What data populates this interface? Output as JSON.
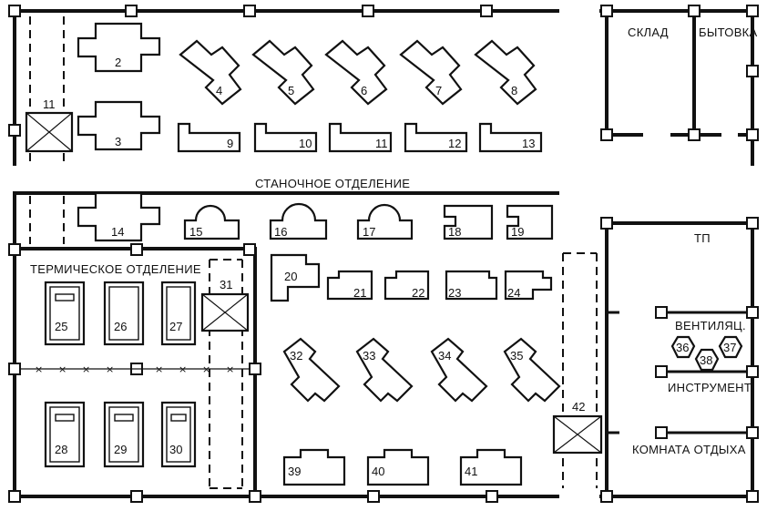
{
  "rooms": {
    "machine_shop": "СТАНОЧНОЕ ОТДЕЛЕНИЕ",
    "heat_treatment": "ТЕРМИЧЕСКОЕ ОТДЕЛЕНИЕ",
    "warehouse": "СКЛАД",
    "utility": "БЫТОВКА",
    "substation": "ТП",
    "ventilation": "ВЕНТИЛЯЦ.",
    "tools": "ИНСТРУМЕНТ.",
    "rest_room": "КОМНАТА ОТДЫХА"
  },
  "numbers": {
    "n2": "2",
    "n3": "3",
    "n4": "4",
    "n5": "5",
    "n6": "6",
    "n7": "7",
    "n8": "8",
    "n9": "9",
    "n10": "10",
    "n11a": "11",
    "n11b": "11",
    "n12": "12",
    "n13": "13",
    "n14": "14",
    "n15": "15",
    "n16": "16",
    "n17": "17",
    "n18": "18",
    "n19": "19",
    "n20": "20",
    "n21": "21",
    "n22": "22",
    "n23": "23",
    "n24": "24",
    "n25": "25",
    "n26": "26",
    "n27": "27",
    "n28": "28",
    "n29": "29",
    "n30": "30",
    "n31": "31",
    "n32": "32",
    "n33": "33",
    "n34": "34",
    "n35": "35",
    "n36": "36",
    "n37": "37",
    "n38": "38",
    "n39": "39",
    "n40": "40",
    "n41": "41",
    "n42": "42"
  },
  "symbols": {
    "cross_mark": "×"
  }
}
